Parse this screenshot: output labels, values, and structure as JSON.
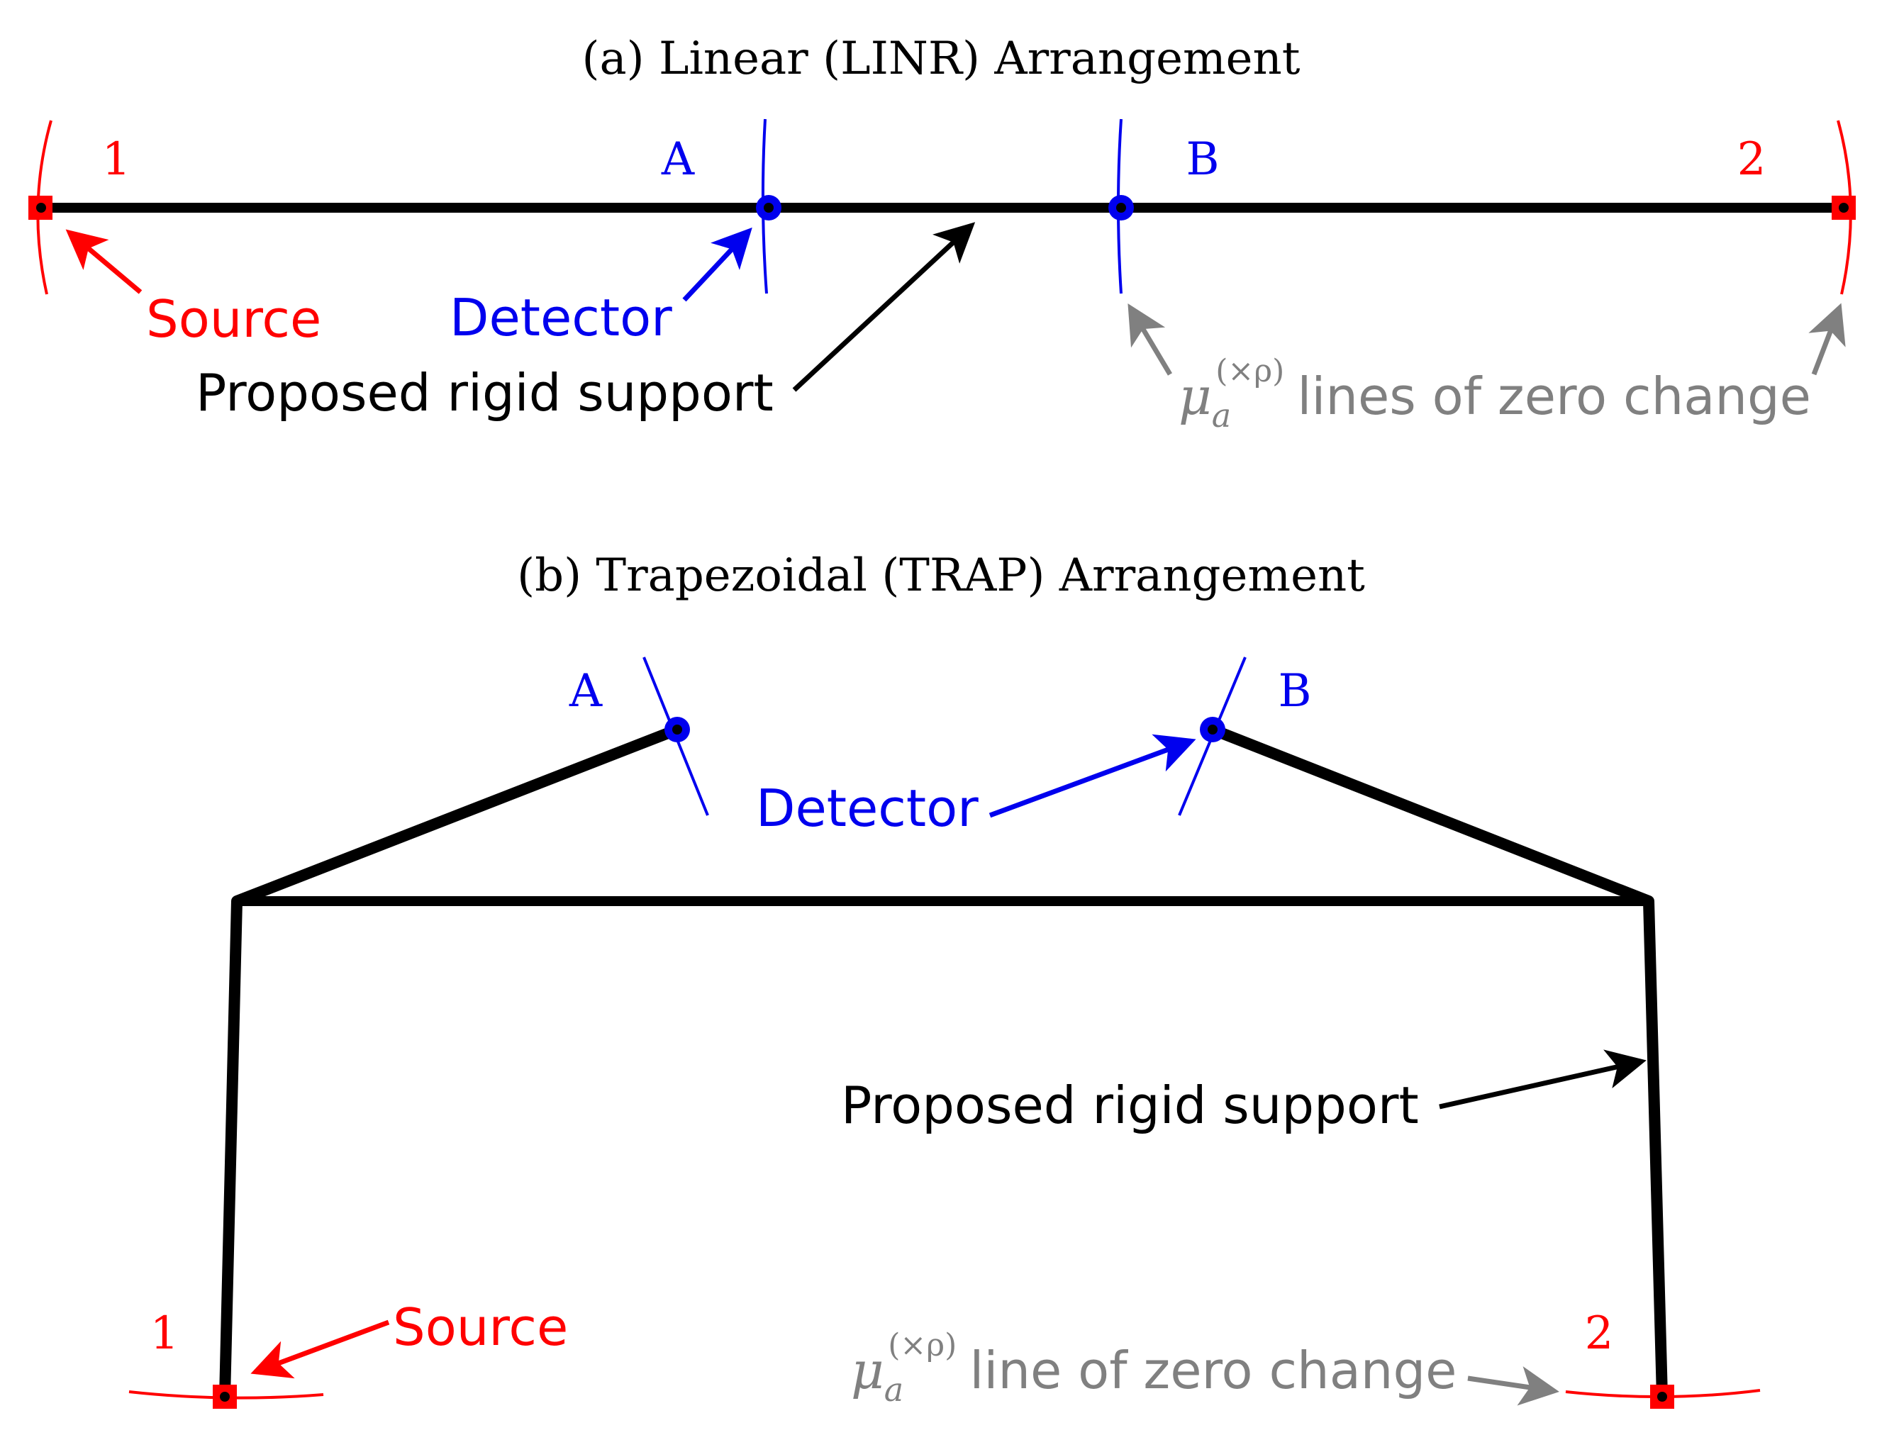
{
  "colors": {
    "source": "#ff0000",
    "detector": "#0000ee",
    "support": "#000000",
    "zero_change": "#808080"
  },
  "panel_a": {
    "title": "(a) Linear (LINR) Arrangement",
    "source_1": "1",
    "source_2": "2",
    "detector_a": "A",
    "detector_b": "B",
    "source_label": "Source",
    "detector_label": "Detector",
    "support_label": "Proposed rigid support",
    "zero_change": {
      "symbol": "μ",
      "subscript": "a",
      "superscript": "(×ρ)",
      "text": "lines of zero change"
    }
  },
  "panel_b": {
    "title": "(b) Trapezoidal (TRAP) Arrangement",
    "source_1": "1",
    "source_2": "2",
    "detector_a": "A",
    "detector_b": "B",
    "source_label": "Source",
    "detector_label": "Detector",
    "support_label": "Proposed rigid support",
    "zero_change": {
      "symbol": "μ",
      "subscript": "a",
      "superscript": "(×ρ)",
      "text": "line of zero change"
    }
  }
}
